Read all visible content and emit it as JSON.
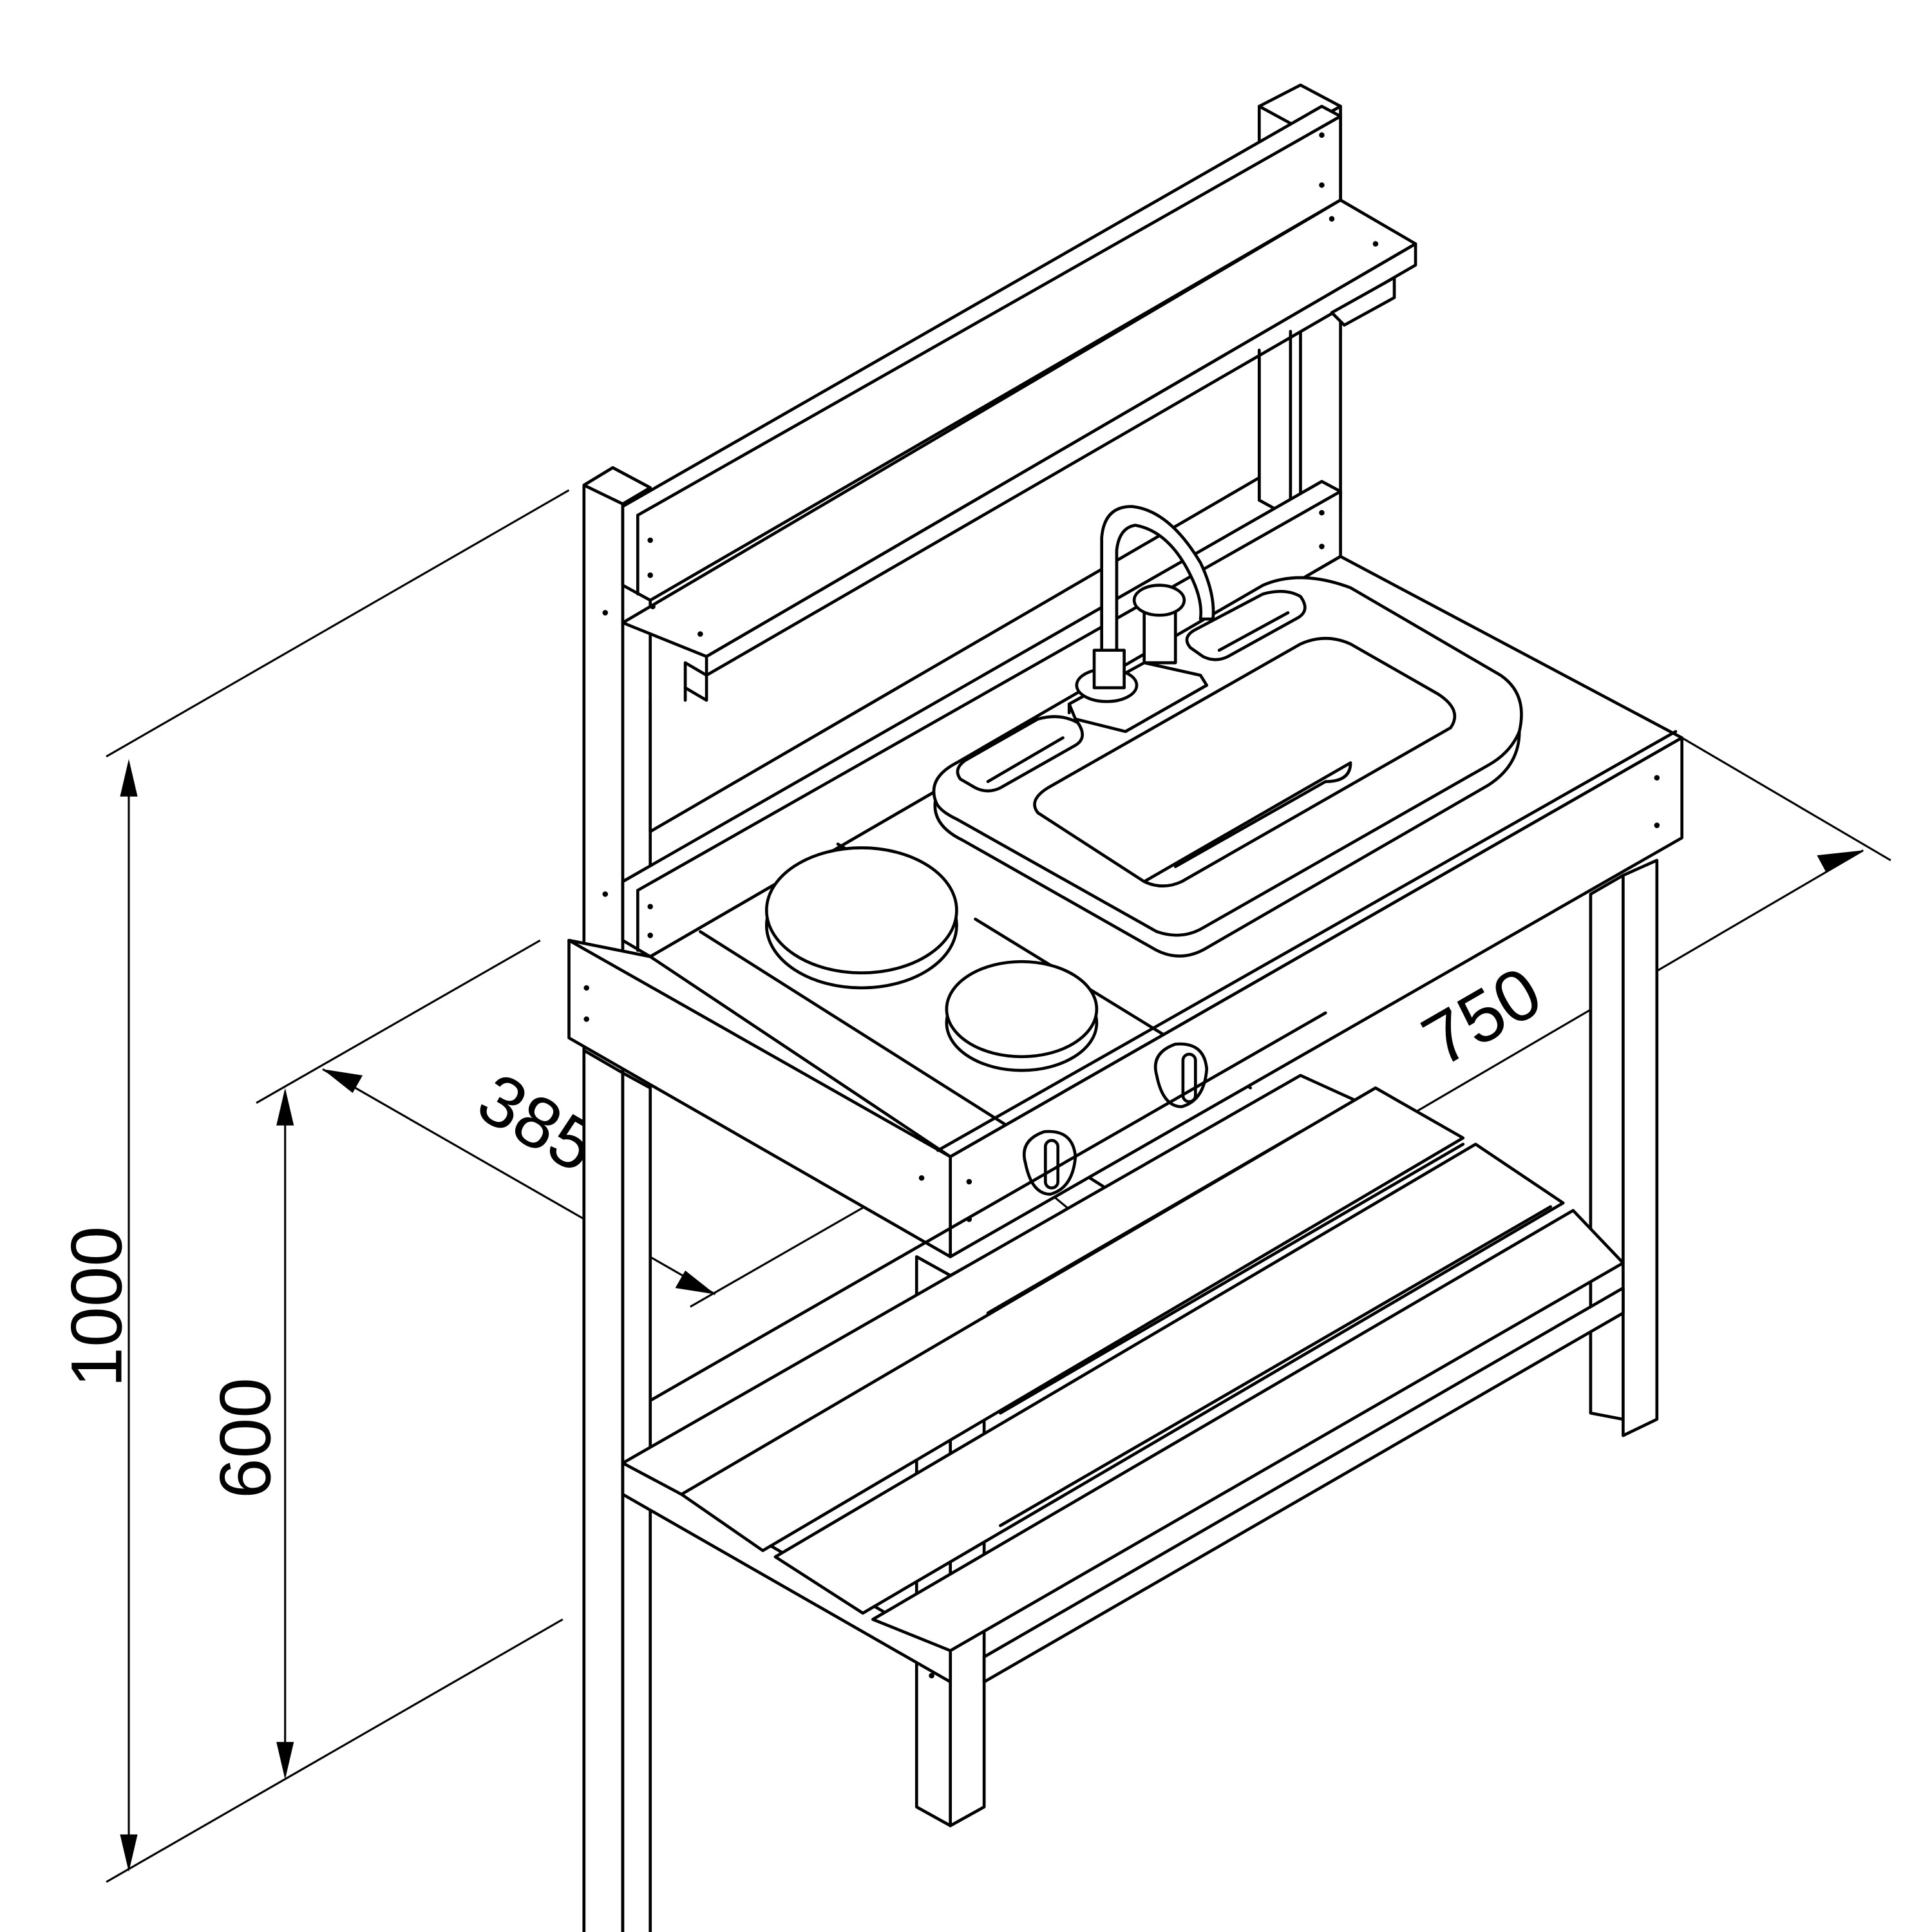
{
  "drawing": {
    "subject": "Outdoor play kitchen with sink, faucet, two hob burners, two knobs, upper shelf and lower slatted shelf",
    "units": "mm",
    "line_color": "#000000",
    "background_color": "#ffffff"
  },
  "dimensions": {
    "total_height": {
      "label": "1000",
      "orientation": "vertical"
    },
    "worktop_height": {
      "label": "600",
      "orientation": "vertical"
    },
    "depth": {
      "label": "385",
      "orientation": "isometric-left"
    },
    "width": {
      "label": "750",
      "orientation": "isometric-right"
    }
  },
  "parts": [
    {
      "name": "back-panel",
      "icon": "board"
    },
    {
      "name": "upper-shelf",
      "icon": "board"
    },
    {
      "name": "worktop-frame",
      "icon": "board"
    },
    {
      "name": "sink-basin",
      "icon": "sink"
    },
    {
      "name": "faucet",
      "icon": "faucet"
    },
    {
      "name": "soap-dispenser",
      "icon": "pump"
    },
    {
      "name": "large-burner",
      "icon": "hob"
    },
    {
      "name": "small-burner",
      "icon": "hob"
    },
    {
      "name": "knob-left",
      "icon": "knob"
    },
    {
      "name": "knob-right",
      "icon": "knob"
    },
    {
      "name": "lower-shelf",
      "icon": "slats"
    },
    {
      "name": "legs",
      "icon": "post"
    }
  ]
}
